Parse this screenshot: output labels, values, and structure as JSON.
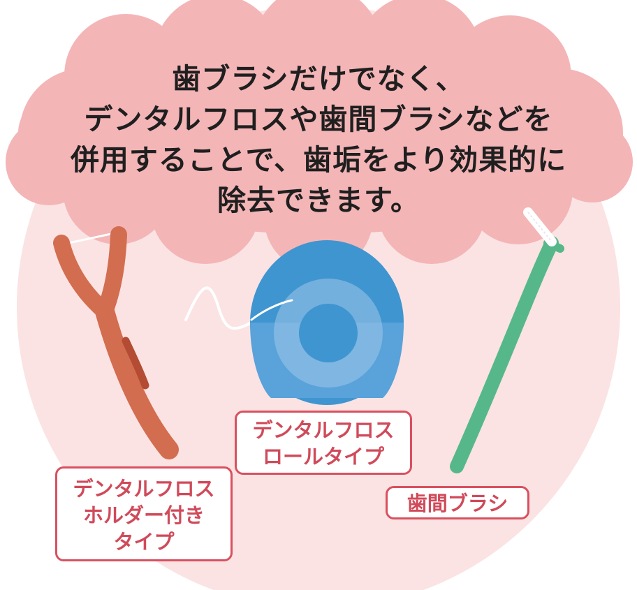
{
  "headline": {
    "lines": [
      "歯ブラシだけでなく、",
      "デンタルフロスや歯間ブラシなどを",
      "併用することで、歯垢をより効果的に",
      "除去できます。"
    ]
  },
  "labels": {
    "holder": {
      "lines": [
        "デンタルフロス",
        "ホルダー付き",
        "タイプ"
      ]
    },
    "roll": {
      "lines": [
        "デンタルフロス",
        "ロールタイプ"
      ]
    },
    "interdental": {
      "lines": [
        "歯間ブラシ"
      ]
    }
  },
  "colors": {
    "background_circle": "#fbe3e3",
    "cloud": "#f4b5b7",
    "flosser_handle": "#d36d4f",
    "flosser_shadow": "#b44b33",
    "floss_case": "#3f95d0",
    "floss_case_lower": "#5aa2da",
    "floss_ring": "#9fc6ea",
    "interdental_brush": "#56b88a",
    "label_border": "#d9505f",
    "label_text": "#d04a5a",
    "headline_text": "#1f1f1f"
  },
  "icons": {
    "flosser": "dental-floss-holder-icon",
    "floss_roll": "dental-floss-roll-icon",
    "interdental_brush": "interdental-brush-icon"
  }
}
